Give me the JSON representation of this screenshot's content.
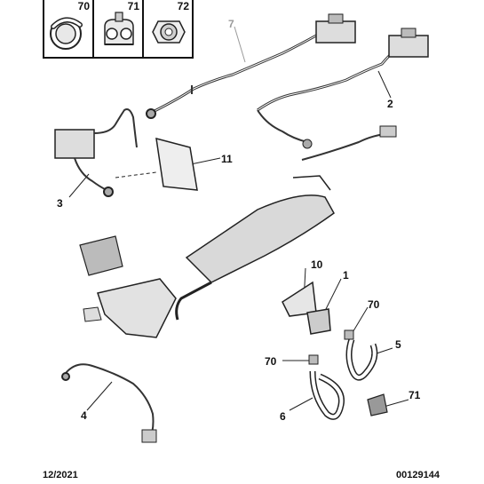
{
  "legend": [
    {
      "number": "70",
      "icon": "hose-clamp-icon"
    },
    {
      "number": "71",
      "icon": "pipe-clip-icon"
    },
    {
      "number": "72",
      "icon": "grommet-icon"
    }
  ],
  "callouts": {
    "c7": "7",
    "c2": "2",
    "c11": "11",
    "c3": "3",
    "c10": "10",
    "c1": "1",
    "c70a": "70",
    "c5": "5",
    "c70b": "70",
    "c4": "4",
    "c71": "71",
    "c6": "6"
  },
  "footer": {
    "date": "12/2021",
    "code": "00129144"
  }
}
